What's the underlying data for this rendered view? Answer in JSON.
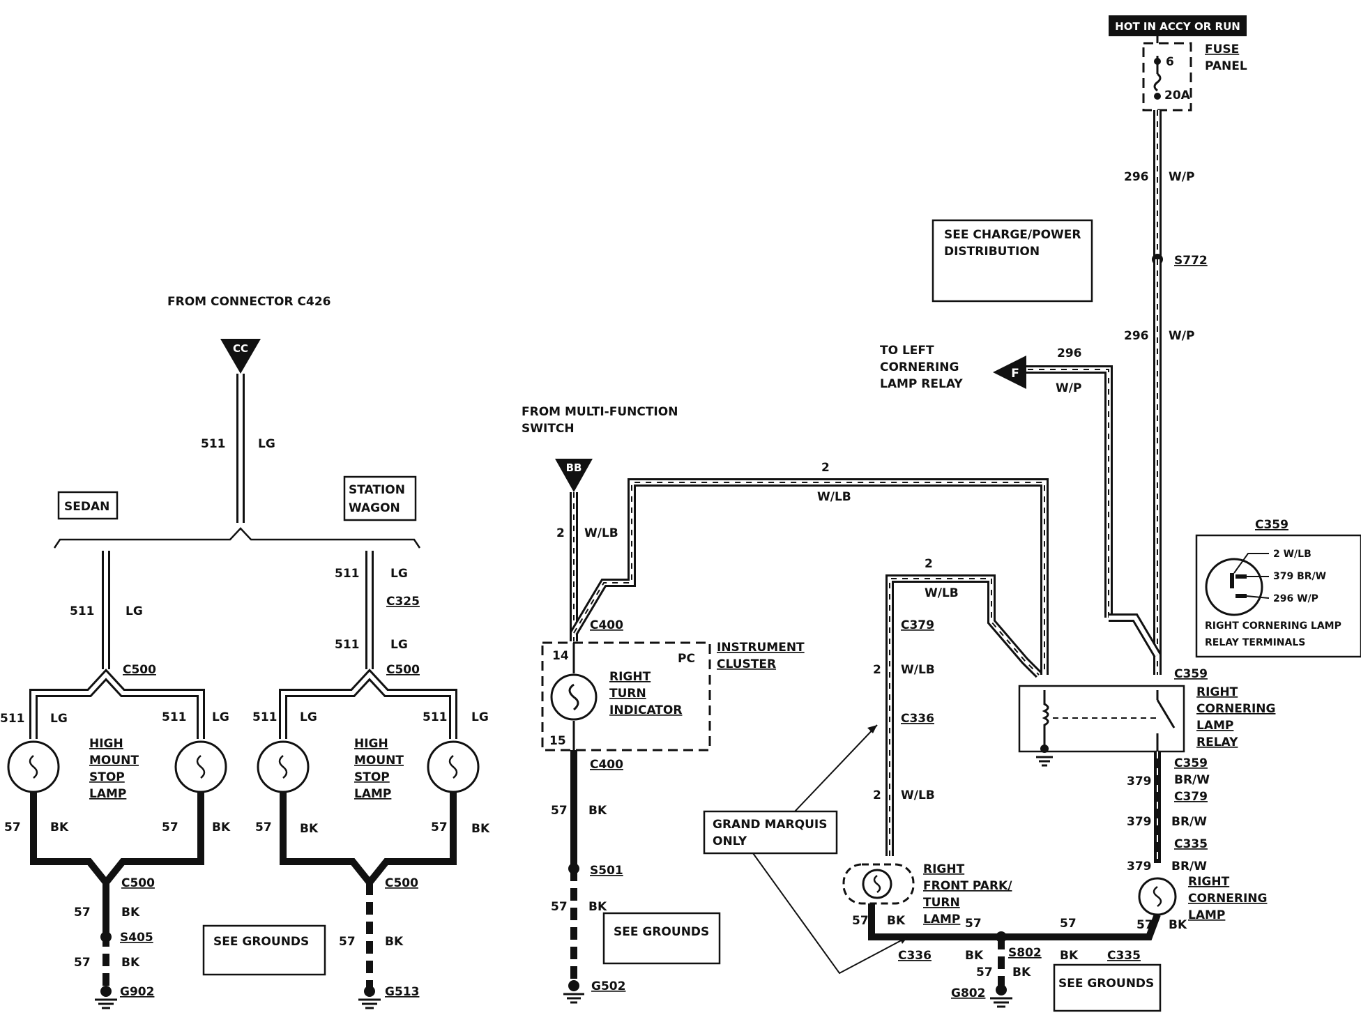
{
  "power": {
    "hot_label": "HOT IN ACCY OR RUN",
    "fuse_panel": "FUSE PANEL",
    "fuse_number": "6",
    "fuse_rating": "20A"
  },
  "notes": {
    "see_charge": "SEE CHARGE/POWER DISTRIBUTION",
    "see_grounds": "SEE GROUNDS",
    "grand_marquis": "GRAND MARQUIS ONLY"
  },
  "sources": {
    "from_c426": "FROM CONNECTOR C426",
    "c426_tag": "CC",
    "from_mfs": "FROM MULTI-FUNCTION SWITCH",
    "mfs_tag": "BB",
    "to_left": "TO LEFT CORNERING LAMP RELAY",
    "left_tag": "F"
  },
  "variants": {
    "sedan": "SEDAN",
    "wagon": "STATION WAGON"
  },
  "components": {
    "high_mount": "HIGH MOUNT STOP LAMP",
    "cluster": "INSTRUMENT CLUSTER",
    "indicator": "RIGHT TURN INDICATOR",
    "pc": "PC",
    "relay": "RIGHT CORNERING LAMP RELAY",
    "front_park": "RIGHT FRONT PARK/ TURN LAMP",
    "cornering_lamp": "RIGHT CORNERING LAMP"
  },
  "c359_inset": {
    "title": "C359",
    "pin1": "2 W/LB",
    "pin2": "379 BR/W",
    "pin3": "296 W/P",
    "caption": "RIGHT CORNERING LAMP RELAY TERMINALS"
  },
  "circuits": {
    "c511": "511",
    "lg": "LG",
    "c57": "57",
    "bk": "BK",
    "c2": "2",
    "wlb": "W/LB",
    "c296": "296",
    "wp": "W/P",
    "c379": "379",
    "brw": "BR/W"
  },
  "connectors": {
    "c500": "C500",
    "c325": "C325",
    "c400": "C400",
    "c379": "C379",
    "c336": "C336",
    "c359": "C359",
    "c335": "C335",
    "s405": "S405",
    "s501": "S501",
    "s772": "S772",
    "s802": "S802",
    "g902": "G902",
    "g513": "G513",
    "g502": "G502",
    "g802": "G802",
    "pin14": "14",
    "pin15": "15"
  }
}
